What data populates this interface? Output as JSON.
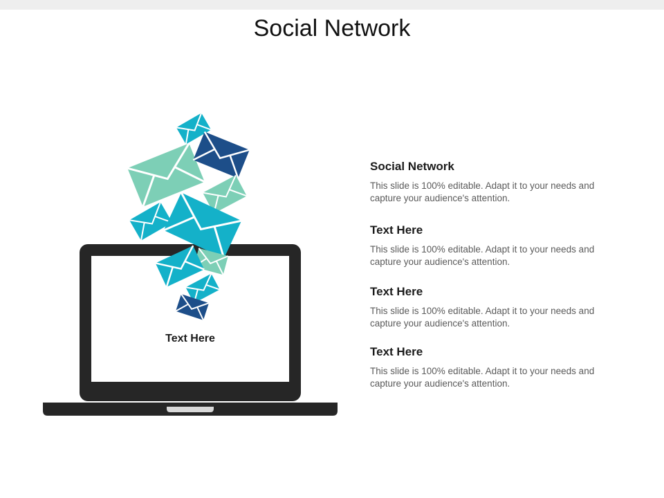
{
  "slide": {
    "title": "Social Network",
    "laptop_caption": "Text Here"
  },
  "items": [
    {
      "heading": "Social Network",
      "body": "This slide is 100% editable. Adapt it to your needs and capture your audience's attention."
    },
    {
      "heading": "Text Here",
      "body": "This slide is 100% editable. Adapt it to your needs and capture your audience's attention."
    },
    {
      "heading": "Text Here",
      "body": "This slide is 100% editable. Adapt it to your needs and capture your audience's attention."
    },
    {
      "heading": "Text Here",
      "body": "This slide is 100% editable. Adapt it to your needs and capture your audience's attention."
    }
  ],
  "colors": {
    "teal": "#14b1c9",
    "mint": "#7dcfb6",
    "navy": "#1d4e89",
    "laptop": "#262626"
  },
  "icons": [
    "laptop-icon",
    "envelope-icon"
  ]
}
